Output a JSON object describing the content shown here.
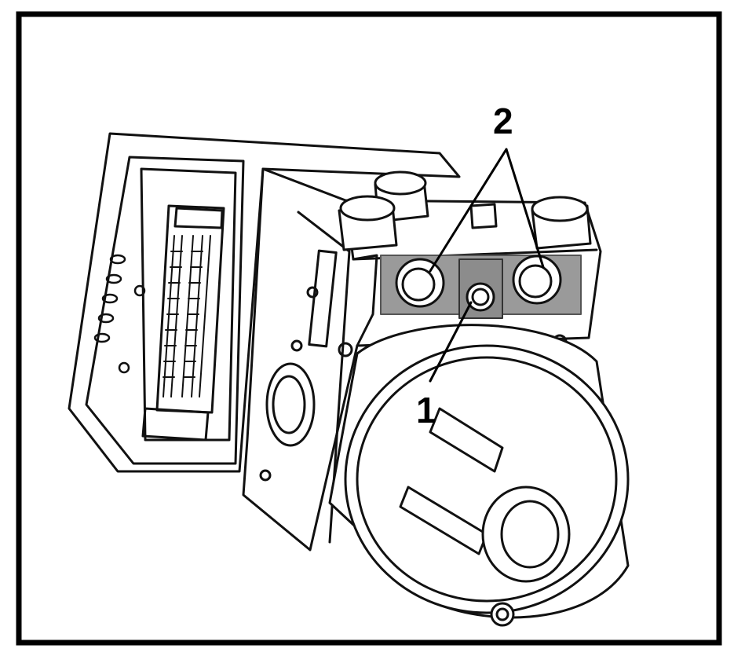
{
  "figure": {
    "callouts": [
      {
        "label": "1",
        "meaning": ""
      },
      {
        "label": "2",
        "meaning": ""
      }
    ],
    "colors": {
      "frame": "#000000",
      "line": "#111111",
      "highlight": "#9a9a9a",
      "background": "#ffffff"
    },
    "icons": [
      "abs-hydraulic-unit-illustration"
    ]
  }
}
